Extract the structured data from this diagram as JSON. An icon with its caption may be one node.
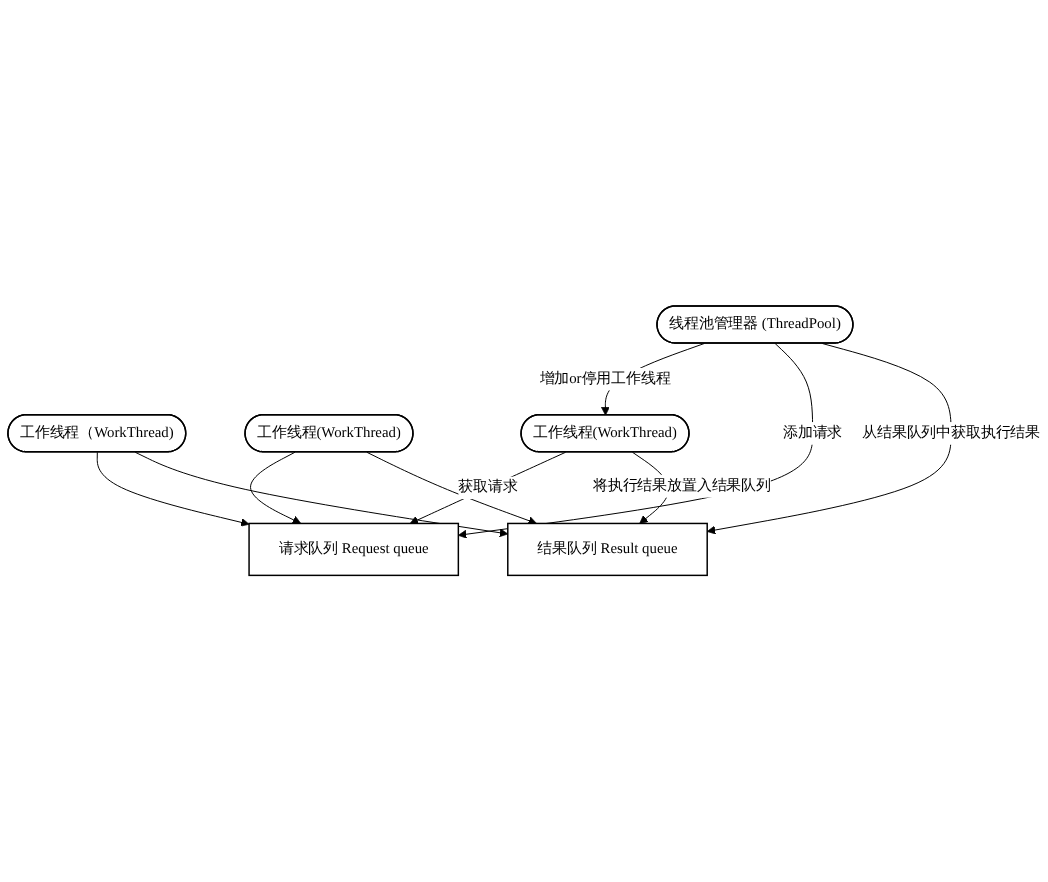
{
  "diagram": {
    "nodes": [
      {
        "text": [
          "工作线程（WorkThread)"
        ]
      },
      {
        "text": [
          "工作线程(WorkThread)"
        ]
      },
      {
        "text": [
          "工作线程(WorkThread)"
        ]
      },
      {
        "text": [
          "请求队列 Request queue"
        ]
      },
      {
        "text": [
          "结果队列 Result queue"
        ]
      },
      {
        "text": [
          "线程池管理器 (ThreadPool)"
        ]
      }
    ],
    "edges": [
      {
        "from": 0,
        "to": 3,
        "arrow": "to"
      },
      {
        "from": 1,
        "to": 3,
        "arrow": "to"
      },
      {
        "from": 2,
        "to": 3,
        "arrow": "to",
        "label": "获取请求"
      },
      {
        "from": 2,
        "to": 4,
        "arrow": "to",
        "label": "将执行结果放置入结果队列"
      },
      {
        "from": 1,
        "to": 4,
        "arrow": "to"
      },
      {
        "from": 0,
        "to": 4,
        "arrow": "to"
      },
      {
        "from": 5,
        "to": 2,
        "arrow": "to",
        "label": "增加or停用工作线程"
      },
      {
        "from": 5,
        "to": 3,
        "arrow": "to",
        "label": "添加请求"
      },
      {
        "from": 5,
        "to": 4,
        "arrow": "to",
        "label": "从结果队列中获取执行结果"
      }
    ]
  }
}
